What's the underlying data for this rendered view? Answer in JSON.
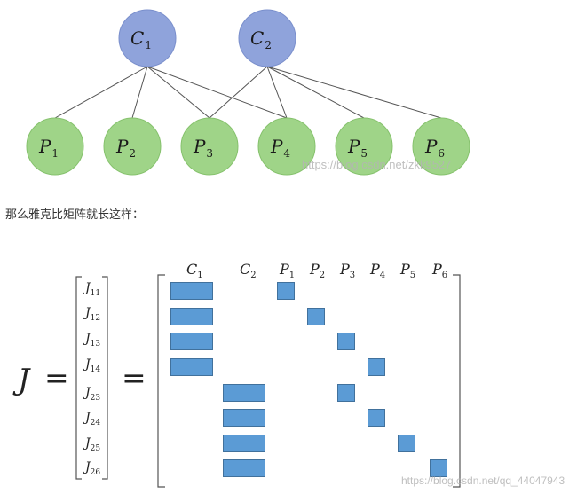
{
  "graph": {
    "top_nodes": [
      {
        "id": "C1",
        "label": "C",
        "sub": "1"
      },
      {
        "id": "C2",
        "label": "C",
        "sub": "2"
      }
    ],
    "bottom_nodes": [
      {
        "id": "P1",
        "label": "P",
        "sub": "1"
      },
      {
        "id": "P2",
        "label": "P",
        "sub": "2"
      },
      {
        "id": "P3",
        "label": "P",
        "sub": "3"
      },
      {
        "id": "P4",
        "label": "P",
        "sub": "4"
      },
      {
        "id": "P5",
        "label": "P",
        "sub": "5"
      },
      {
        "id": "P6",
        "label": "P",
        "sub": "6"
      }
    ],
    "edges": [
      [
        "C1",
        "P1"
      ],
      [
        "C1",
        "P2"
      ],
      [
        "C1",
        "P3"
      ],
      [
        "C1",
        "P4"
      ],
      [
        "C2",
        "P3"
      ],
      [
        "C2",
        "P4"
      ],
      [
        "C2",
        "P5"
      ],
      [
        "C2",
        "P6"
      ]
    ],
    "colors": {
      "top_fill": "#8fa3db",
      "top_stroke": "#7a8fcc",
      "bottom_fill": "#9fd488",
      "bottom_stroke": "#86c26d",
      "edge": "#555555"
    }
  },
  "watermark_top": "https://blog.csdn.net/zkk9527",
  "caption": "那么雅克比矩阵就长这样：",
  "matrix": {
    "lhs_symbol": "J",
    "equals": "=",
    "vector_entries": [
      {
        "base": "J",
        "sub": "11"
      },
      {
        "base": "J",
        "sub": "12"
      },
      {
        "base": "J",
        "sub": "13"
      },
      {
        "base": "J",
        "sub": "14"
      },
      {
        "base": "J",
        "sub": "23"
      },
      {
        "base": "J",
        "sub": "24"
      },
      {
        "base": "J",
        "sub": "25"
      },
      {
        "base": "J",
        "sub": "26"
      }
    ],
    "columns": [
      {
        "base": "C",
        "sub": "1"
      },
      {
        "base": "C",
        "sub": "2"
      },
      {
        "base": "P",
        "sub": "1"
      },
      {
        "base": "P",
        "sub": "2"
      },
      {
        "base": "P",
        "sub": "3"
      },
      {
        "base": "P",
        "sub": "4"
      },
      {
        "base": "P",
        "sub": "5"
      },
      {
        "base": "P",
        "sub": "6"
      }
    ],
    "nonzero_blocks": [
      {
        "row": 0,
        "col": "C1"
      },
      {
        "row": 0,
        "col": "P1"
      },
      {
        "row": 1,
        "col": "C1"
      },
      {
        "row": 1,
        "col": "P2"
      },
      {
        "row": 2,
        "col": "C1"
      },
      {
        "row": 2,
        "col": "P3"
      },
      {
        "row": 3,
        "col": "C1"
      },
      {
        "row": 3,
        "col": "P4"
      },
      {
        "row": 4,
        "col": "C2"
      },
      {
        "row": 4,
        "col": "P3"
      },
      {
        "row": 5,
        "col": "C2"
      },
      {
        "row": 5,
        "col": "P4"
      },
      {
        "row": 6,
        "col": "C2"
      },
      {
        "row": 6,
        "col": "P5"
      },
      {
        "row": 7,
        "col": "C2"
      },
      {
        "row": 7,
        "col": "P6"
      }
    ],
    "block_color": "#5b9bd5"
  },
  "watermark_bottom": "https://blog.csdn.net/qq_44047943"
}
